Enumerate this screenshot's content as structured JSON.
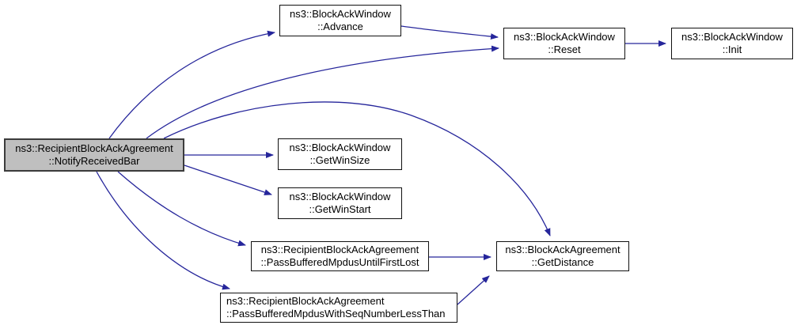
{
  "graph": {
    "colors": {
      "edge": "#26269b",
      "node_fill": "#ffffff",
      "node_border": "#111111",
      "highlight_fill": "#bfbfbf",
      "highlight_border": "#3c3c3c",
      "text": "#000000",
      "background": "#ffffff"
    },
    "nodes": [
      {
        "id": "notify-received-bar",
        "line1": "ns3::RecipientBlockAckAgreement",
        "line2": "::NotifyReceivedBar",
        "highlighted": true
      },
      {
        "id": "advance",
        "line1": "ns3::BlockAckWindow",
        "line2": "::Advance",
        "highlighted": false
      },
      {
        "id": "reset",
        "line1": "ns3::BlockAckWindow",
        "line2": "::Reset",
        "highlighted": false
      },
      {
        "id": "init",
        "line1": "ns3::BlockAckWindow",
        "line2": "::Init",
        "highlighted": false
      },
      {
        "id": "get-win-size",
        "line1": "ns3::BlockAckWindow",
        "line2": "::GetWinSize",
        "highlighted": false
      },
      {
        "id": "get-win-start",
        "line1": "ns3::BlockAckWindow",
        "line2": "::GetWinStart",
        "highlighted": false
      },
      {
        "id": "pass-buffered-mpdus-until-first-lost",
        "line1": "ns3::RecipientBlockAckAgreement",
        "line2": "::PassBufferedMpdusUntilFirstLost",
        "highlighted": false
      },
      {
        "id": "pass-buffered-mpdus-with-seq-number-less-than",
        "line1": "ns3::RecipientBlockAckAgreement",
        "line2": "::PassBufferedMpdusWithSeqNumberLessThan",
        "highlighted": false
      },
      {
        "id": "get-distance",
        "line1": "ns3::BlockAckAgreement",
        "line2": "::GetDistance",
        "highlighted": false
      }
    ],
    "edges": [
      {
        "from": "NotifyReceivedBar",
        "to": "Advance"
      },
      {
        "from": "NotifyReceivedBar",
        "to": "Reset"
      },
      {
        "from": "NotifyReceivedBar",
        "to": "GetDistance"
      },
      {
        "from": "NotifyReceivedBar",
        "to": "GetWinSize"
      },
      {
        "from": "NotifyReceivedBar",
        "to": "GetWinStart"
      },
      {
        "from": "NotifyReceivedBar",
        "to": "PassBufferedMpdusUntilFirstLost"
      },
      {
        "from": "NotifyReceivedBar",
        "to": "PassBufferedMpdusWithSeqNumberLessThan"
      },
      {
        "from": "Advance",
        "to": "Reset"
      },
      {
        "from": "Reset",
        "to": "Init"
      },
      {
        "from": "PassBufferedMpdusUntilFirstLost",
        "to": "GetDistance"
      },
      {
        "from": "PassBufferedMpdusWithSeqNumberLessThan",
        "to": "GetDistance"
      }
    ]
  }
}
